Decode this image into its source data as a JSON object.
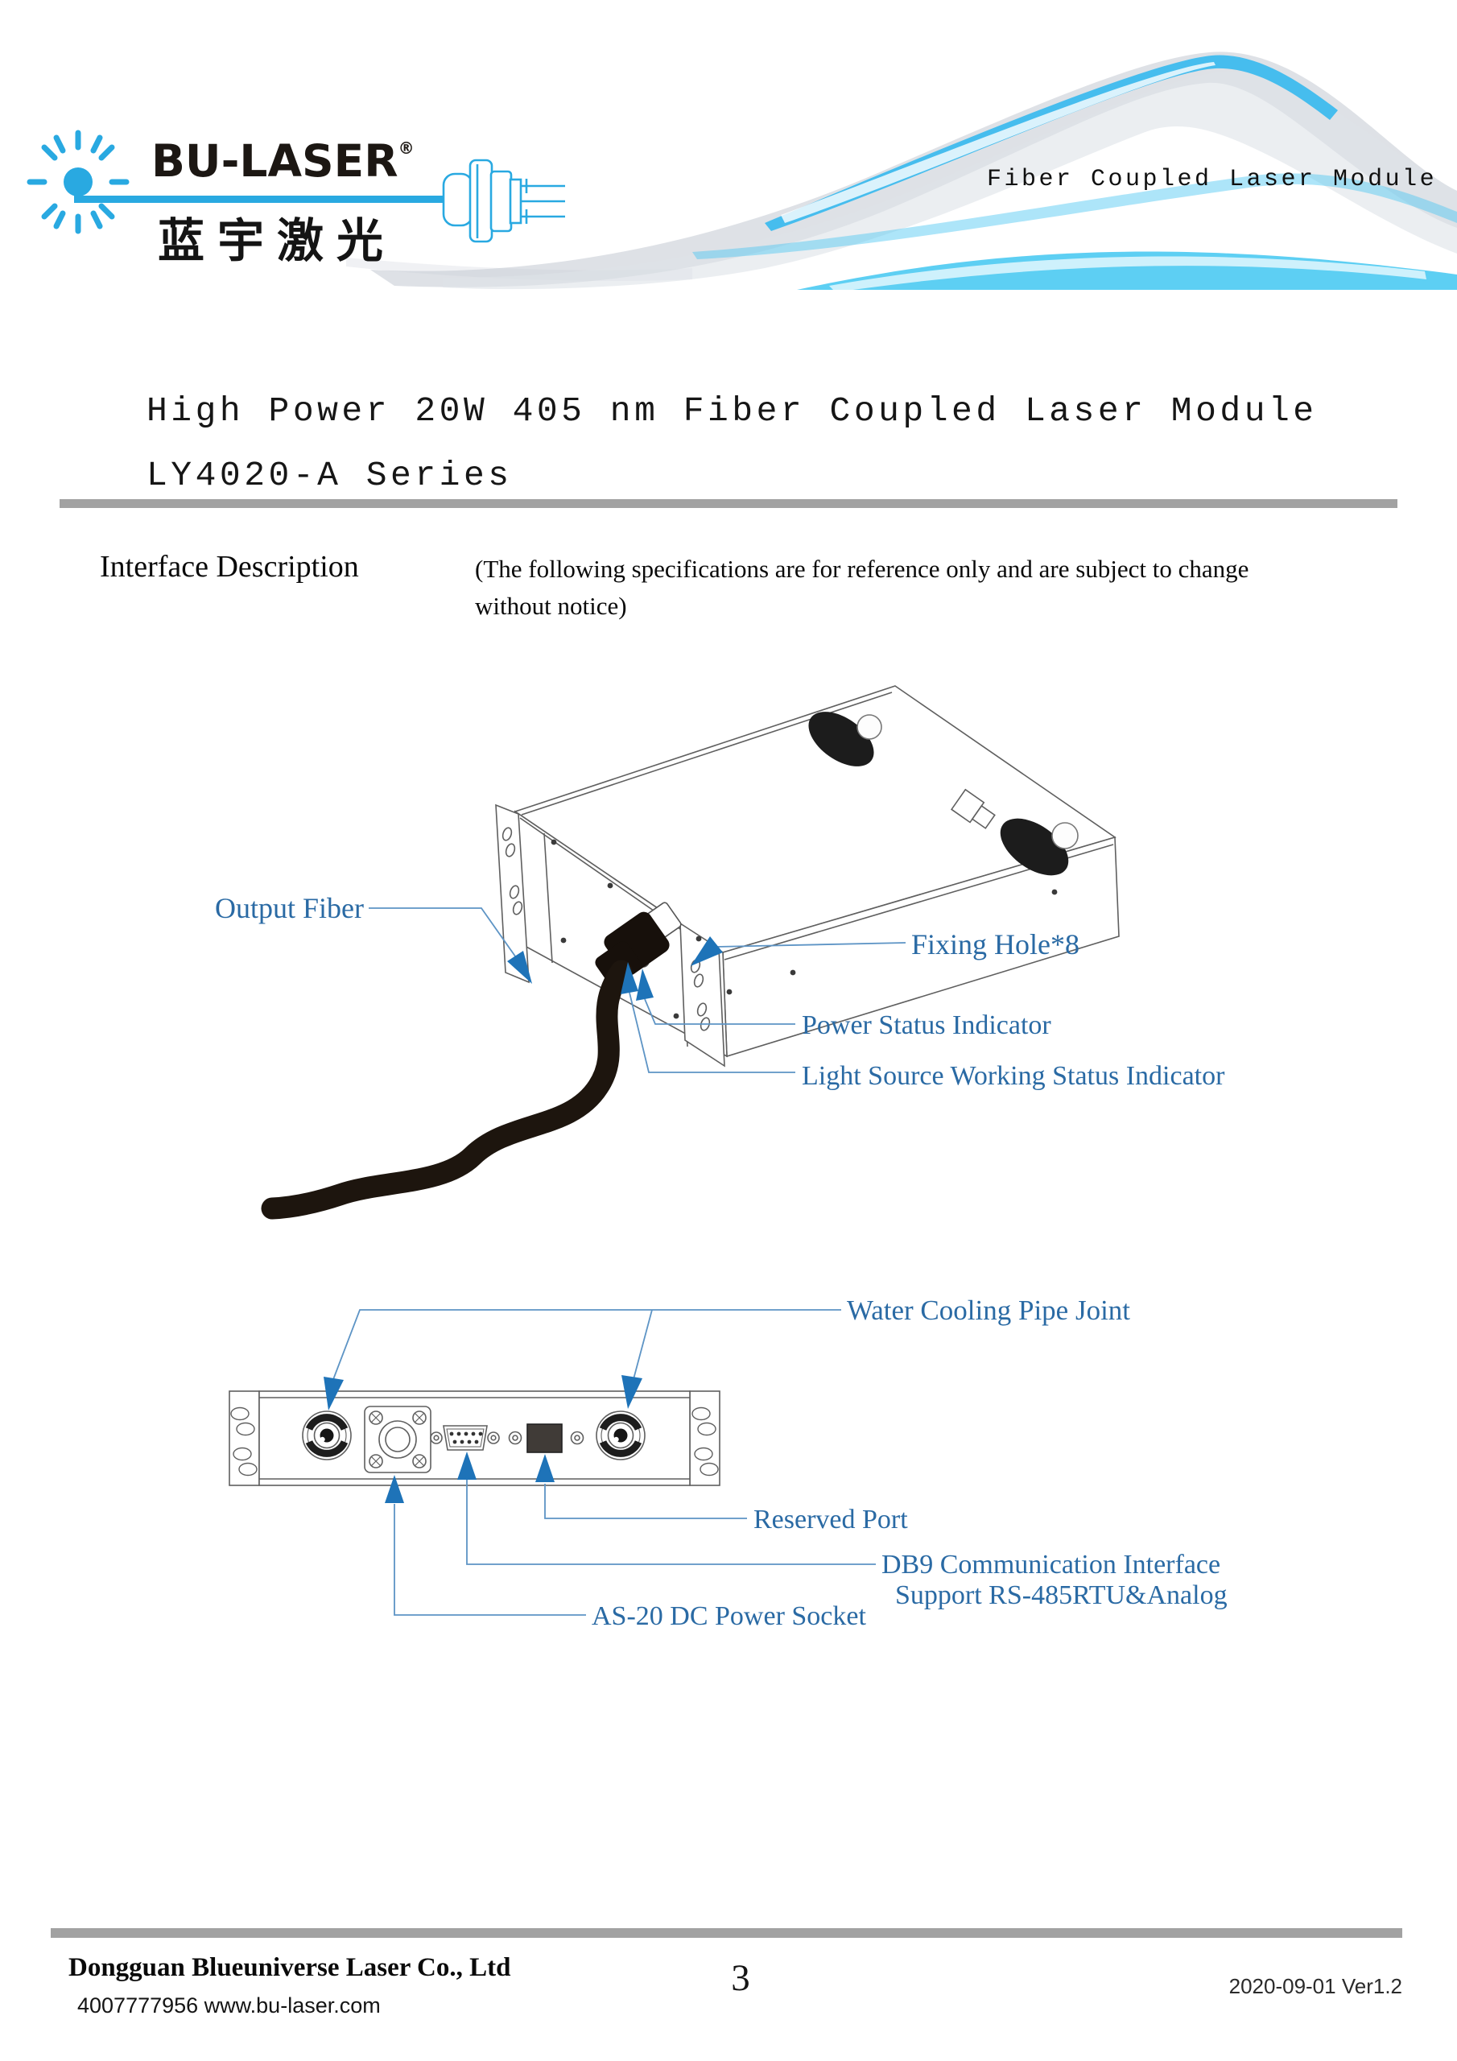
{
  "header": {
    "brand_name": "BU-LASER",
    "brand_reg": "®",
    "brand_cn": "蓝宇激光",
    "banner_text": "Fiber Coupled Laser Module"
  },
  "title": {
    "line1": "High Power 20W 405 nm Fiber Coupled Laser Module",
    "line2": "LY4020-A Series"
  },
  "section": {
    "heading": "Interface Description",
    "note_line1": "(The following specifications are for reference only and are subject to change",
    "note_line2": "without notice)"
  },
  "figure1": {
    "labels": {
      "output_fiber": "Output Fiber",
      "fixing_hole": "Fixing Hole*8",
      "power_status": "Power Status Indicator",
      "light_source": "Light Source Working Status Indicator"
    }
  },
  "figure2": {
    "labels": {
      "water_cooling": "Water Cooling Pipe Joint",
      "reserved_port": "Reserved Port",
      "db9_line1": "DB9 Communication Interface",
      "db9_line2": "Support RS-485RTU&Analog",
      "as20": "AS-20 DC Power Socket"
    }
  },
  "footer": {
    "company": "Dongguan Blueuniverse Laser Co., Ltd",
    "contact": "4007777956 www.bu-laser.com",
    "page_number": "3",
    "version": "2020-09-01 Ver1.2"
  },
  "colors": {
    "brand_blue": "#29a9e1",
    "label_blue": "#2a6aa4",
    "arrow_blue": "#1e73b8",
    "leader_blue": "#5d94c5",
    "rule_gray": "#a2a2a2",
    "line_art_gray": "#5f5f5f"
  }
}
